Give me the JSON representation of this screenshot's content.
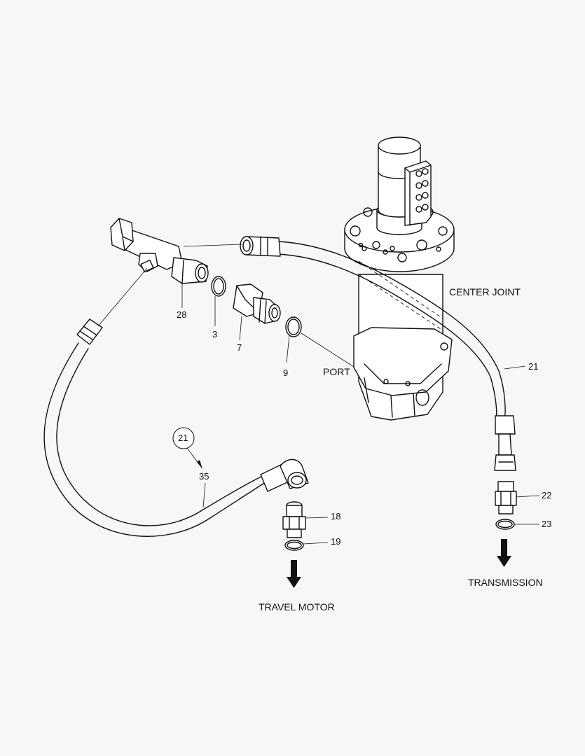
{
  "labels": {
    "center_joint": "CENTER JOINT",
    "port": "PORT",
    "travel_motor": "TRAVEL MOTOR",
    "transmission": "TRANSMISSION",
    "part_28": "28",
    "part_3": "3",
    "part_7": "7",
    "part_9": "9",
    "part_21_right": "21",
    "part_21_circled": "21",
    "part_35": "35",
    "part_18": "18",
    "part_19": "19",
    "part_22": "22",
    "part_23": "23"
  }
}
